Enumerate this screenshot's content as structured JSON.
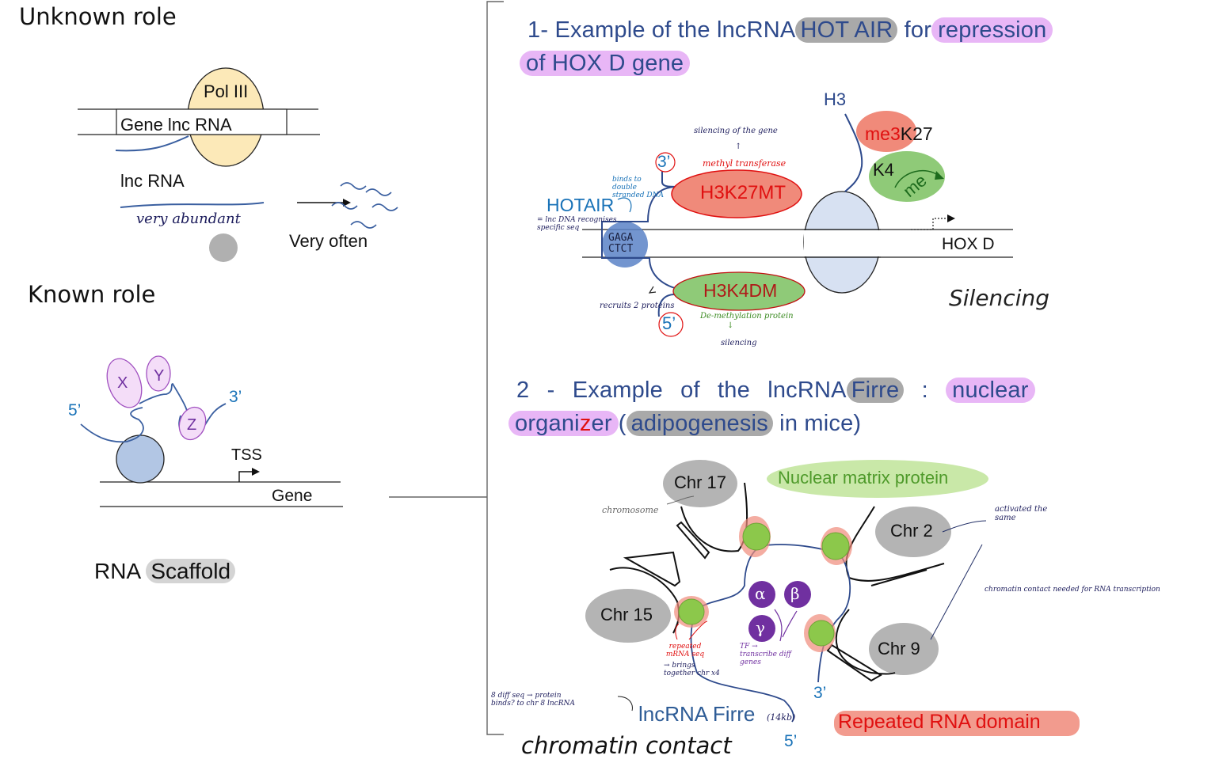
{
  "left": {
    "unknown_role": {
      "heading": "Unknown role",
      "pol_label": "Pol III",
      "gene_label": "Gene lnc RNA",
      "lnc_label": "lnc RNA",
      "note_abundant": "very abundant",
      "very_often": "Very often"
    },
    "known_role": {
      "heading": "Known role",
      "protein_x": "X",
      "protein_y": "Y",
      "protein_z": "Z",
      "five_prime": "5’",
      "three_prime": "3’",
      "tss_label": "TSS",
      "gene_label": "Gene",
      "caption_prefix": "RNA",
      "caption_highlight": "Scaffold"
    }
  },
  "right": {
    "example1": {
      "title_part1": "1- Example of the lncRNA",
      "title_hl1": "HOT AIR",
      "title_part2": "for",
      "title_hl2a": "repression",
      "title_hl2b": "of HOX D gene",
      "h3": "H3",
      "me3": "me3",
      "k27": "K27",
      "k4": "K4",
      "me": "me",
      "note_silencing_gene": "silencing of the gene",
      "note_methyl": "methyl transferase",
      "three_prime": "3’",
      "five_prime": "5’",
      "note_binds": "binds to double stranded DNA",
      "hotair": "HOTAIR",
      "note_recognises": "= lnc DNA recognises specific seq",
      "h3k27mt": "H3K27MT",
      "gaga": "GAGA",
      "ctct": "CTCT",
      "hoxd": "HOX D",
      "h3k4dm": "H3K4DM",
      "note_recruits": "recruits 2 proteins",
      "note_demethyl": "De-methylation protein",
      "note_silencing": "silencing",
      "silencing": "Silencing"
    },
    "example2": {
      "title_part1": "2 - Example of the lncRNA",
      "title_hl1": "Firre",
      "title_colon": ":",
      "title_hl2a": "nuclear",
      "title_hl2b_pre": "organi",
      "title_hl2b_strike": "z",
      "title_hl2b_post": "er",
      "title_paren_open": "(",
      "title_hl3": "adipogenesis",
      "title_end": "in mice)",
      "nuclear_matrix": "Nuclear matrix protein",
      "chr17": "Chr 17",
      "chr2": "Chr 2",
      "chr15": "Chr 15",
      "chr9": "Chr 9",
      "note_chromosome": "chromosome",
      "note_activated": "activated the same",
      "note_contact_needed": "chromatin contact needed for RNA transcription",
      "alpha": "α",
      "beta": "β",
      "gamma": "γ",
      "note_repeated": "repeated mRNA seq",
      "note_brings": "→ brings together chr x4",
      "note_tf": "TF → transcribe diff genes",
      "note_8diff": "8 diff seq → protein",
      "note_8diff_b": "binds? to chr 8 lncRNA",
      "note_8diff_protein": "protein",
      "lncrna_firre": "lncRNA Firre",
      "firre_size": "(14kb)",
      "three_prime": "3’",
      "five_prime": "5’",
      "repeated_domain": "Repeated RNA domain",
      "chromatin_contact": "chromatin contact"
    }
  },
  "colors": {
    "title_blue": "#2e4a8c",
    "cyan_label": "#1a73b8",
    "pink_highlight": "#e8b6f6",
    "gray_highlight": "#a9a9a9",
    "pol_fill": "#fce9b8",
    "nucleosome_fill": "#d7e1f2",
    "salmon": "#f08a7a",
    "green": "#8fca78",
    "bead_green": "#8cc84b",
    "purple": "#7030a0",
    "red_text": "#e01010"
  }
}
